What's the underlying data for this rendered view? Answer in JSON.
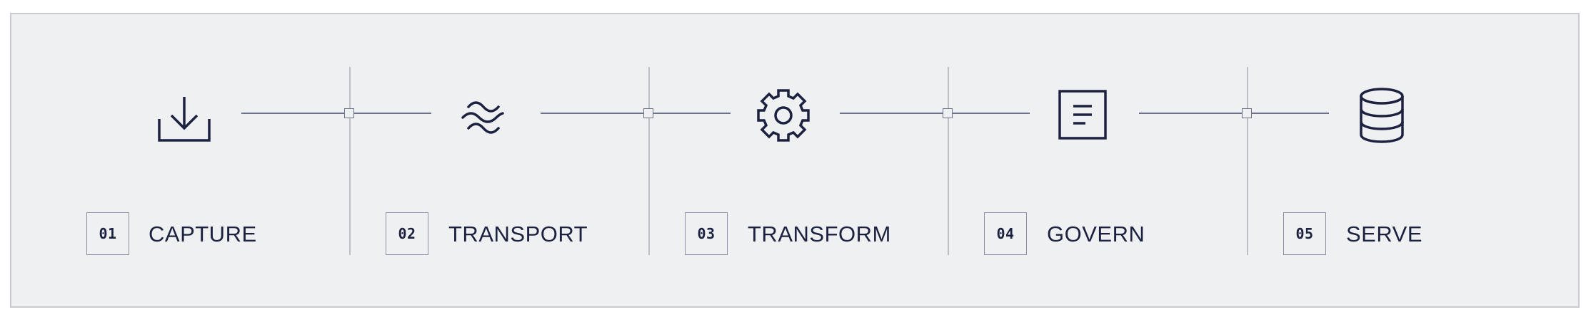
{
  "accent_color": "#1c2140",
  "line_color": "#6b7188",
  "background_color": "#eff0f2",
  "stages": [
    {
      "number": "01",
      "label": "CAPTURE",
      "icon": "download-icon"
    },
    {
      "number": "02",
      "label": "TRANSPORT",
      "icon": "waves-icon"
    },
    {
      "number": "03",
      "label": "TRANSFORM",
      "icon": "gear-icon"
    },
    {
      "number": "04",
      "label": "GOVERN",
      "icon": "document-icon"
    },
    {
      "number": "05",
      "label": "SERVE",
      "icon": "database-icon"
    }
  ]
}
